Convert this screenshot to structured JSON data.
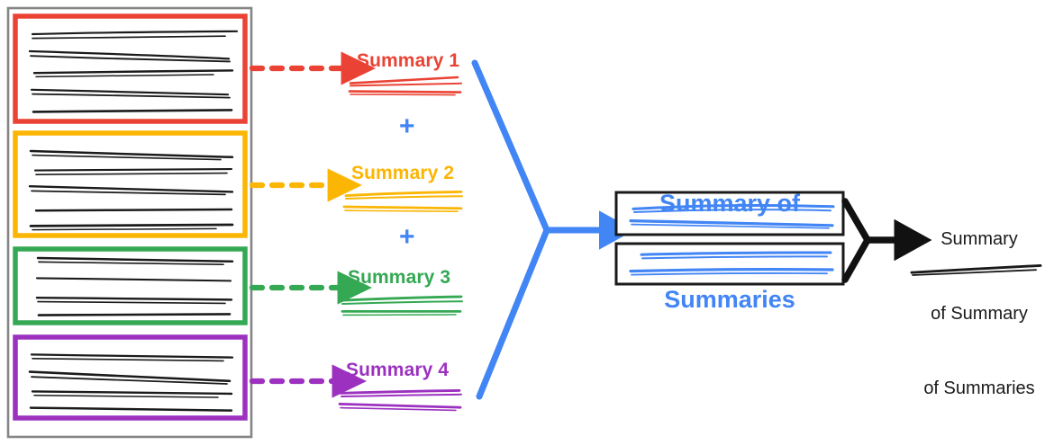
{
  "diagram": {
    "title_semantic": "hierarchical-summarization-pipeline",
    "background_color": "#ffffff"
  },
  "source_document": {
    "name": "source-document",
    "frame_color": "#808080",
    "chunks": [
      {
        "id": "chunk-1",
        "color": "#ea4335",
        "line_rows": 5,
        "arrow_color": "#ea4335",
        "arrow_style": "dashed"
      },
      {
        "id": "chunk-2",
        "color": "#fbb503",
        "line_rows": 5,
        "arrow_color": "#fbb503",
        "arrow_style": "dashed"
      },
      {
        "id": "chunk-3",
        "color": "#34a853",
        "line_rows": 4,
        "arrow_color": "#34a853",
        "arrow_style": "dashed"
      },
      {
        "id": "chunk-4",
        "color": "#9c31bf",
        "line_rows": 4,
        "arrow_color": "#9c31bf",
        "arrow_style": "dashed"
      }
    ]
  },
  "summaries": [
    {
      "label": "Summary 1",
      "color": "#ea4335"
    },
    {
      "label": "Summary 2",
      "color": "#fbb503"
    },
    {
      "label": "Summary 3",
      "color": "#34a853"
    },
    {
      "label": "Summary 4",
      "color": "#9c31bf"
    }
  ],
  "operators": [
    {
      "symbol": "+",
      "color": "#4285f4"
    },
    {
      "symbol": "+",
      "color": "#4285f4"
    },
    {
      "symbol": "+",
      "color": "#4285f4"
    }
  ],
  "merge": {
    "name": "blue-merge-arrow",
    "color": "#4285f4"
  },
  "summary_of_summaries": {
    "title_line_1": "Summary of",
    "title_line_2": "Summaries",
    "color": "#4285f4",
    "boxes": [
      {
        "id": "sos-box-1",
        "border_color": "#1a1a1a",
        "scribble_color": "#4285f4"
      },
      {
        "id": "sos-box-2",
        "border_color": "#1a1a1a",
        "scribble_color": "#4285f4"
      }
    ]
  },
  "final_merge": {
    "name": "black-merge-arrow",
    "color": "#1a1a1a"
  },
  "final_output": {
    "title_line_1": "Summary",
    "title_line_2": "of Summary",
    "title_line_3": "of Summaries",
    "color": "#1a1a1a",
    "scribble_color": "#1a1a1a"
  }
}
